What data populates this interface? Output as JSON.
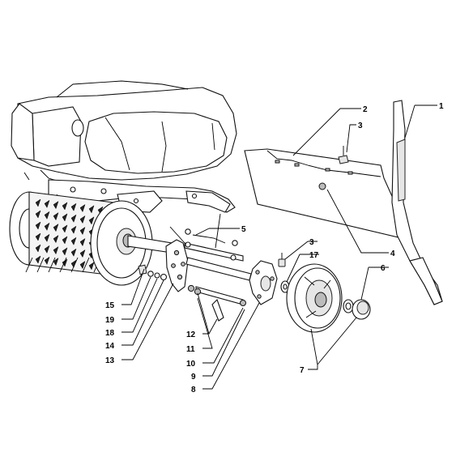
{
  "diagram": {
    "callouts": [
      {
        "id": "c1",
        "text": "1"
      },
      {
        "id": "c2",
        "text": "2"
      },
      {
        "id": "c3a",
        "text": "3"
      },
      {
        "id": "c4",
        "text": "4"
      },
      {
        "id": "c5",
        "text": "5"
      },
      {
        "id": "c3b",
        "text": "3"
      },
      {
        "id": "c17",
        "text": "17"
      },
      {
        "id": "c6",
        "text": "6"
      },
      {
        "id": "c7",
        "text": "7"
      },
      {
        "id": "c15",
        "text": "15"
      },
      {
        "id": "c19",
        "text": "19"
      },
      {
        "id": "c18",
        "text": "18"
      },
      {
        "id": "c14",
        "text": "14"
      },
      {
        "id": "c13",
        "text": "13"
      },
      {
        "id": "c12",
        "text": "12"
      },
      {
        "id": "c11",
        "text": "11"
      },
      {
        "id": "c10",
        "text": "10"
      },
      {
        "id": "c9",
        "text": "9"
      },
      {
        "id": "c8",
        "text": "8"
      }
    ],
    "line_color": "#000000",
    "background": "#ffffff"
  }
}
